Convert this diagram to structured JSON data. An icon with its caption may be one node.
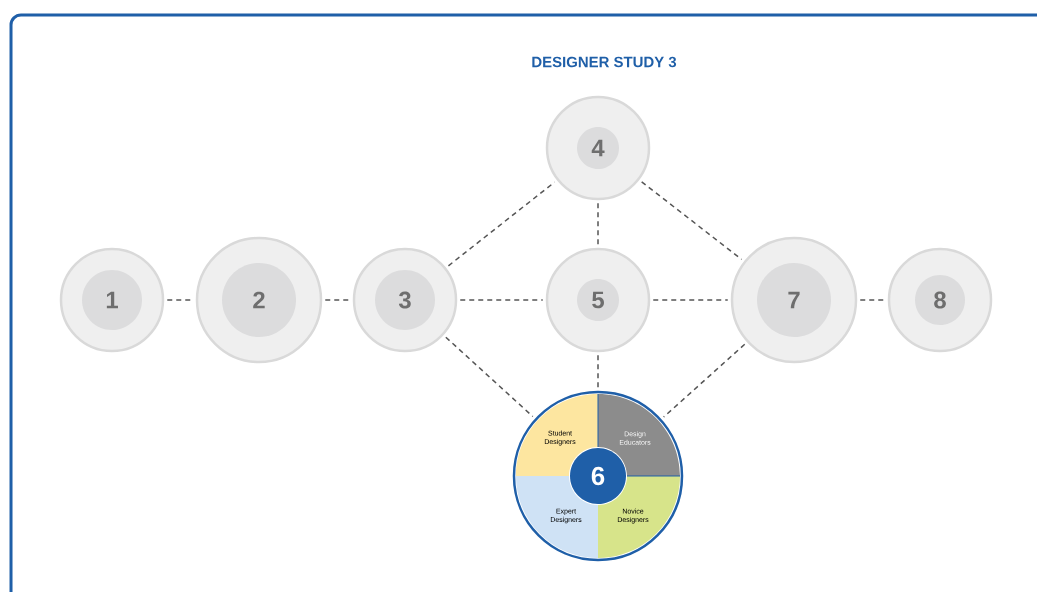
{
  "diagram": {
    "title": "DESIGNER STUDY 3",
    "nodes": [
      {
        "text": [
          "1"
        ]
      },
      {
        "text": [
          "2"
        ]
      },
      {
        "text": [
          "3"
        ]
      },
      {
        "text": [
          "4"
        ]
      },
      {
        "text": [
          "5"
        ]
      },
      {
        "text": [
          "6"
        ]
      },
      {
        "text": [
          "Student Designers"
        ],
        "in": 5
      },
      {
        "text": [
          "Design Educators"
        ],
        "in": 5
      },
      {
        "text": [
          "Expert Designers"
        ],
        "in": 5
      },
      {
        "text": [
          "Novice Designers"
        ],
        "in": 5
      },
      {
        "text": [
          "7"
        ]
      },
      {
        "text": [
          "8"
        ]
      }
    ],
    "edges": [
      {
        "from": 0,
        "to": 1,
        "arrow": "none",
        "style": "dashed"
      },
      {
        "from": 1,
        "to": 2,
        "arrow": "none",
        "style": "dashed"
      },
      {
        "from": 2,
        "to": 3,
        "arrow": "none",
        "style": "dashed"
      },
      {
        "from": 2,
        "to": 4,
        "arrow": "none",
        "style": "dashed"
      },
      {
        "from": 2,
        "to": 5,
        "arrow": "none",
        "style": "dashed"
      },
      {
        "from": 3,
        "to": 4,
        "arrow": "none",
        "style": "dashed"
      },
      {
        "from": 3,
        "to": 10,
        "arrow": "none",
        "style": "dashed"
      },
      {
        "from": 4,
        "to": 10,
        "arrow": "none",
        "style": "dashed"
      },
      {
        "from": 4,
        "to": 5,
        "arrow": "none",
        "style": "dashed"
      },
      {
        "from": 10,
        "to": 5,
        "arrow": "none",
        "style": "dashed"
      },
      {
        "from": 10,
        "to": 11,
        "arrow": "none",
        "style": "dashed"
      }
    ]
  }
}
